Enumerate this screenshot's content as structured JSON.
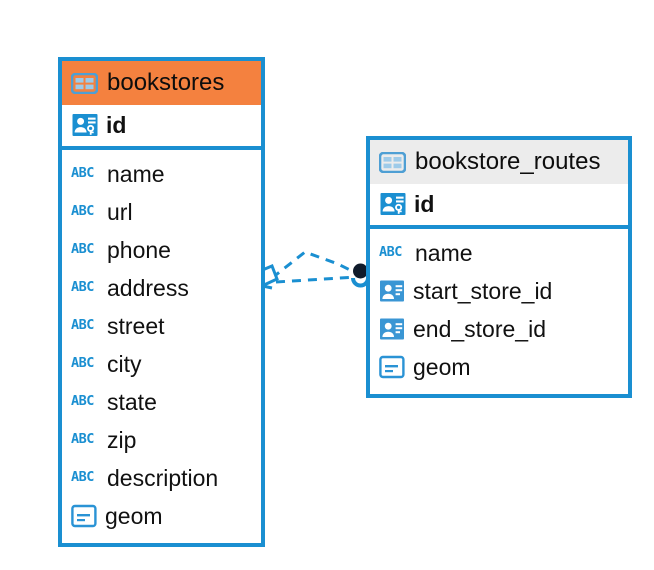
{
  "diagram": {
    "type": "entity-relationship-diagram",
    "background": "#ffffff",
    "accent_color": "#1a8fd1",
    "selected_header_color": "#f4813f",
    "plain_header_color": "#ececec"
  },
  "entities": [
    {
      "name": "bookstores",
      "selected": true,
      "header_icon": "table-icon",
      "primary_key": {
        "name": "id",
        "icon": "primary-key-icon"
      },
      "fields": [
        {
          "name": "name",
          "icon": "text-type-icon"
        },
        {
          "name": "url",
          "icon": "text-type-icon"
        },
        {
          "name": "phone",
          "icon": "text-type-icon"
        },
        {
          "name": "address",
          "icon": "text-type-icon"
        },
        {
          "name": "street",
          "icon": "text-type-icon"
        },
        {
          "name": "city",
          "icon": "text-type-icon"
        },
        {
          "name": "state",
          "icon": "text-type-icon"
        },
        {
          "name": "zip",
          "icon": "text-type-icon"
        },
        {
          "name": "description",
          "icon": "text-type-icon"
        },
        {
          "name": "geom",
          "icon": "geometry-type-icon"
        }
      ]
    },
    {
      "name": "bookstore_routes",
      "selected": false,
      "header_icon": "table-icon",
      "primary_key": {
        "name": "id",
        "icon": "primary-key-icon"
      },
      "fields": [
        {
          "name": "name",
          "icon": "text-type-icon"
        },
        {
          "name": "start_store_id",
          "icon": "foreign-key-icon"
        },
        {
          "name": "end_store_id",
          "icon": "foreign-key-icon"
        },
        {
          "name": "geom",
          "icon": "geometry-type-icon"
        }
      ]
    }
  ],
  "relationship": {
    "from_endpoint": "crows-foot-diamond-icon",
    "to_endpoint": "filled-circle-icon",
    "line_style": "dashed",
    "line_color": "#1a8fd1"
  },
  "icon_labels": {
    "abc": "ABC"
  }
}
